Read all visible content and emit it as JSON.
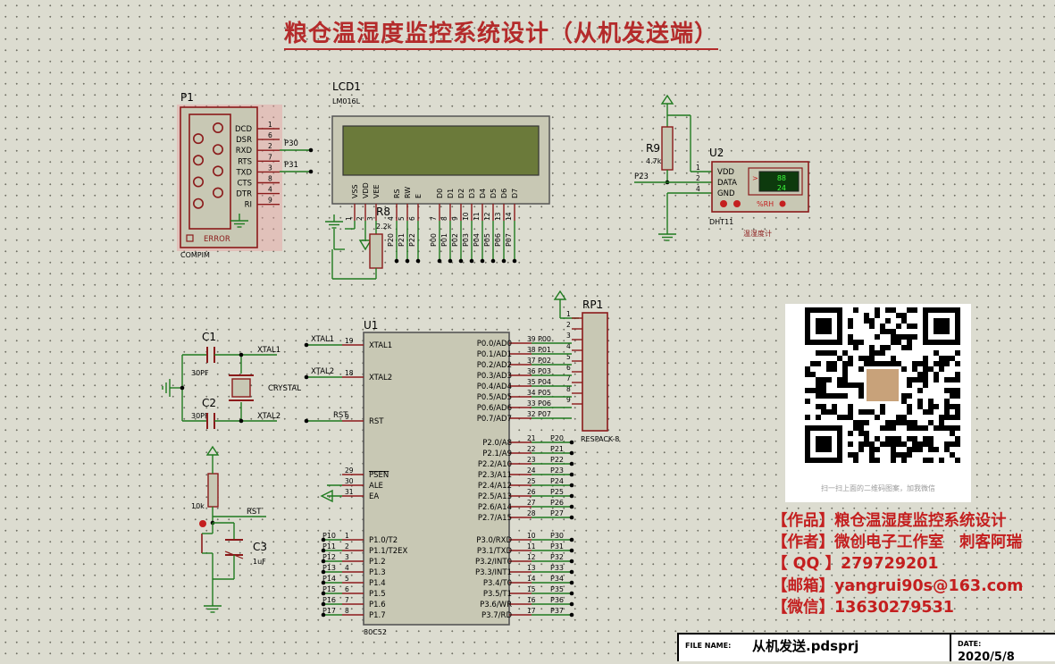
{
  "title": "粮仓温湿度监控系统设计（从机发送端）",
  "colors": {
    "wire": "#1f7a1f",
    "component": "#8b1a1a",
    "body": "#c8c8b4",
    "pin": "#8b1a1a",
    "lcd_screen": "#6b7a3a",
    "accent": "#c41f1f"
  },
  "components": {
    "p1": {
      "ref": "P1",
      "model": "COMPIM",
      "pins": [
        "DCD",
        "DSR",
        "RXD",
        "RTS",
        "TXD",
        "CTS",
        "DTR",
        "RI"
      ],
      "pin_numbers": [
        "1",
        "6",
        "2",
        "7",
        "3",
        "8",
        "4",
        "9"
      ],
      "error": "ERROR",
      "nets": [
        "P30",
        "P31"
      ]
    },
    "lcd1": {
      "ref": "LCD1",
      "model": "LM016L",
      "pins": [
        "VSS",
        "VDD",
        "VEE",
        "RS",
        "RW",
        "E",
        "D0",
        "D1",
        "D2",
        "D3",
        "D4",
        "D5",
        "D6",
        "D7"
      ],
      "pin_numbers": [
        "1",
        "2",
        "3",
        "4",
        "5",
        "6",
        "7",
        "8",
        "9",
        "10",
        "11",
        "12",
        "13",
        "14"
      ],
      "nets": [
        "P20",
        "P21",
        "P22",
        "P00",
        "P01",
        "P02",
        "P03",
        "P04",
        "P05",
        "P06",
        "P07"
      ]
    },
    "r8": {
      "ref": "R8",
      "value": "2.2k"
    },
    "r9": {
      "ref": "R9",
      "value": "4.7k",
      "net": "P23"
    },
    "u2": {
      "ref": "U2",
      "model": "DHT11",
      "pins": [
        "VDD",
        "DATA",
        "GND"
      ],
      "pin_numbers": [
        "1",
        "2",
        "4"
      ],
      "temp": "88",
      "hum": "24",
      "unit": "%RH",
      "caption": "温湿度计"
    },
    "rp1": {
      "ref": "RP1",
      "model": "RESPACK-8",
      "pin_numbers": [
        "1",
        "2",
        "3",
        "4",
        "5",
        "6",
        "7",
        "8",
        "9"
      ]
    },
    "c1": {
      "ref": "C1",
      "value": "30PF"
    },
    "c2": {
      "ref": "C2",
      "value": "30PF"
    },
    "x1": {
      "value": "CRYSTAL"
    },
    "r10k": {
      "value": "10k"
    },
    "c3": {
      "ref": "C3",
      "value": "1uF"
    },
    "nets": {
      "xtal1": "XTAL1",
      "xtal2": "XTAL2",
      "rst": "RST"
    },
    "u1": {
      "ref": "U1",
      "model": "80C52",
      "left_pins": [
        {
          "num": "19",
          "name": "XTAL1",
          "net": "XTAL1"
        },
        {
          "num": "18",
          "name": "XTAL2",
          "net": "XTAL2"
        },
        {
          "num": "9",
          "name": "RST",
          "net": "RST"
        },
        {
          "num": "29",
          "name": "PSEN",
          "net": ""
        },
        {
          "num": "30",
          "name": "ALE",
          "net": ""
        },
        {
          "num": "31",
          "name": "EA",
          "net": ""
        },
        {
          "num": "1",
          "name": "P1.0/T2",
          "net": "P10"
        },
        {
          "num": "2",
          "name": "P1.1/T2EX",
          "net": "P11"
        },
        {
          "num": "3",
          "name": "P1.2",
          "net": "P12"
        },
        {
          "num": "4",
          "name": "P1.3",
          "net": "P13"
        },
        {
          "num": "5",
          "name": "P1.4",
          "net": "P14"
        },
        {
          "num": "6",
          "name": "P1.5",
          "net": "P15"
        },
        {
          "num": "7",
          "name": "P1.6",
          "net": "P16"
        },
        {
          "num": "8",
          "name": "P1.7",
          "net": "P17"
        }
      ],
      "right_pins": [
        {
          "num": "39",
          "name": "P0.0/AD0",
          "net": "P00"
        },
        {
          "num": "38",
          "name": "P0.1/AD1",
          "net": "P01"
        },
        {
          "num": "37",
          "name": "P0.2/AD2",
          "net": "P02"
        },
        {
          "num": "36",
          "name": "P0.3/AD3",
          "net": "P03"
        },
        {
          "num": "35",
          "name": "P0.4/AD4",
          "net": "P04"
        },
        {
          "num": "34",
          "name": "P0.5/AD5",
          "net": "P05"
        },
        {
          "num": "33",
          "name": "P0.6/AD6",
          "net": "P06"
        },
        {
          "num": "32",
          "name": "P0.7/AD7",
          "net": "P07"
        },
        {
          "num": "21",
          "name": "P2.0/A8",
          "net": "P20"
        },
        {
          "num": "22",
          "name": "P2.1/A9",
          "net": "P21"
        },
        {
          "num": "23",
          "name": "P2.2/A10",
          "net": "P22"
        },
        {
          "num": "24",
          "name": "P2.3/A11",
          "net": "P23"
        },
        {
          "num": "25",
          "name": "P2.4/A12",
          "net": "P24"
        },
        {
          "num": "26",
          "name": "P2.5/A13",
          "net": "P25"
        },
        {
          "num": "27",
          "name": "P2.6/A14",
          "net": "P26"
        },
        {
          "num": "28",
          "name": "P2.7/A15",
          "net": "P27"
        },
        {
          "num": "10",
          "name": "P3.0/RXD",
          "net": "P30"
        },
        {
          "num": "11",
          "name": "P3.1/TXD",
          "net": "P31"
        },
        {
          "num": "12",
          "name": "P3.2/INT0",
          "net": "P32"
        },
        {
          "num": "13",
          "name": "P3.3/INT1",
          "net": "P33"
        },
        {
          "num": "14",
          "name": "P3.4/T0",
          "net": "P34"
        },
        {
          "num": "15",
          "name": "P3.5/T1",
          "net": "P35"
        },
        {
          "num": "16",
          "name": "P3.6/WR",
          "net": "P36"
        },
        {
          "num": "17",
          "name": "P3.7/RD",
          "net": "P37"
        }
      ]
    }
  },
  "qr": {
    "caption": "扫一扫上面的二维码图案，加我微信"
  },
  "info": {
    "line1": "【作品】粮仓温湿度监控系统设计",
    "line2": "【作者】微创电子工作室　刺客阿瑞",
    "line3": "【 QQ 】279729201",
    "line4": "【邮箱】yangrui90s@163.com",
    "line5": "【微信】13630279531"
  },
  "titleblock": {
    "file_label": "FILE NAME:",
    "file_value": "从机发送.pdsprj",
    "date_label": "DATE:",
    "date_value": "2020/5/8"
  }
}
